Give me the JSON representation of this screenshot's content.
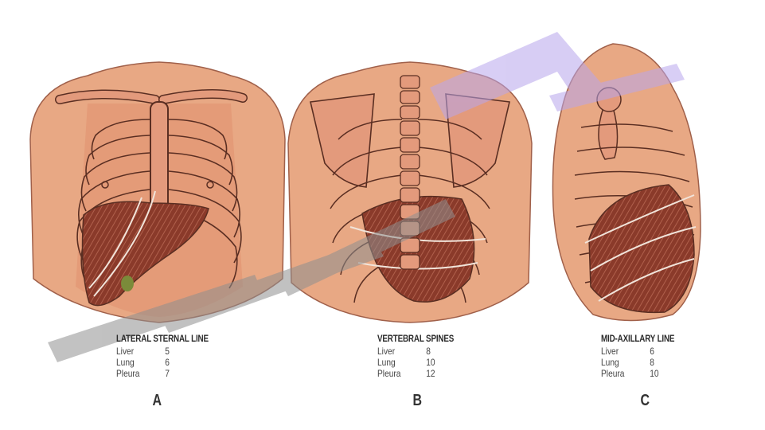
{
  "panels": [
    {
      "id": "A",
      "title": "LATERAL STERNAL LINE",
      "rows": [
        {
          "name": "Liver",
          "value": "5"
        },
        {
          "name": "Lung",
          "value": "6"
        },
        {
          "name": "Pleura",
          "value": "7"
        }
      ],
      "letter": "A"
    },
    {
      "id": "B",
      "title": "VERTEBRAL SPINES",
      "rows": [
        {
          "name": "Liver",
          "value": "8"
        },
        {
          "name": "Lung",
          "value": "10"
        },
        {
          "name": "Pleura",
          "value": "12"
        }
      ],
      "letter": "B"
    },
    {
      "id": "C",
      "title": "MID-AXILLARY LINE",
      "rows": [
        {
          "name": "Liver",
          "value": "6"
        },
        {
          "name": "Lung",
          "value": "8"
        },
        {
          "name": "Pleura",
          "value": "10"
        }
      ],
      "letter": "C"
    }
  ],
  "colors": {
    "skin": "#e8a884",
    "skin_shadow": "#c98466",
    "bone": "#d98b6c",
    "organ": "#8a3a2a",
    "outline": "#5a2e22",
    "watermark_gray": "#9a9a9a",
    "watermark_purple": "#b8a6ec"
  }
}
